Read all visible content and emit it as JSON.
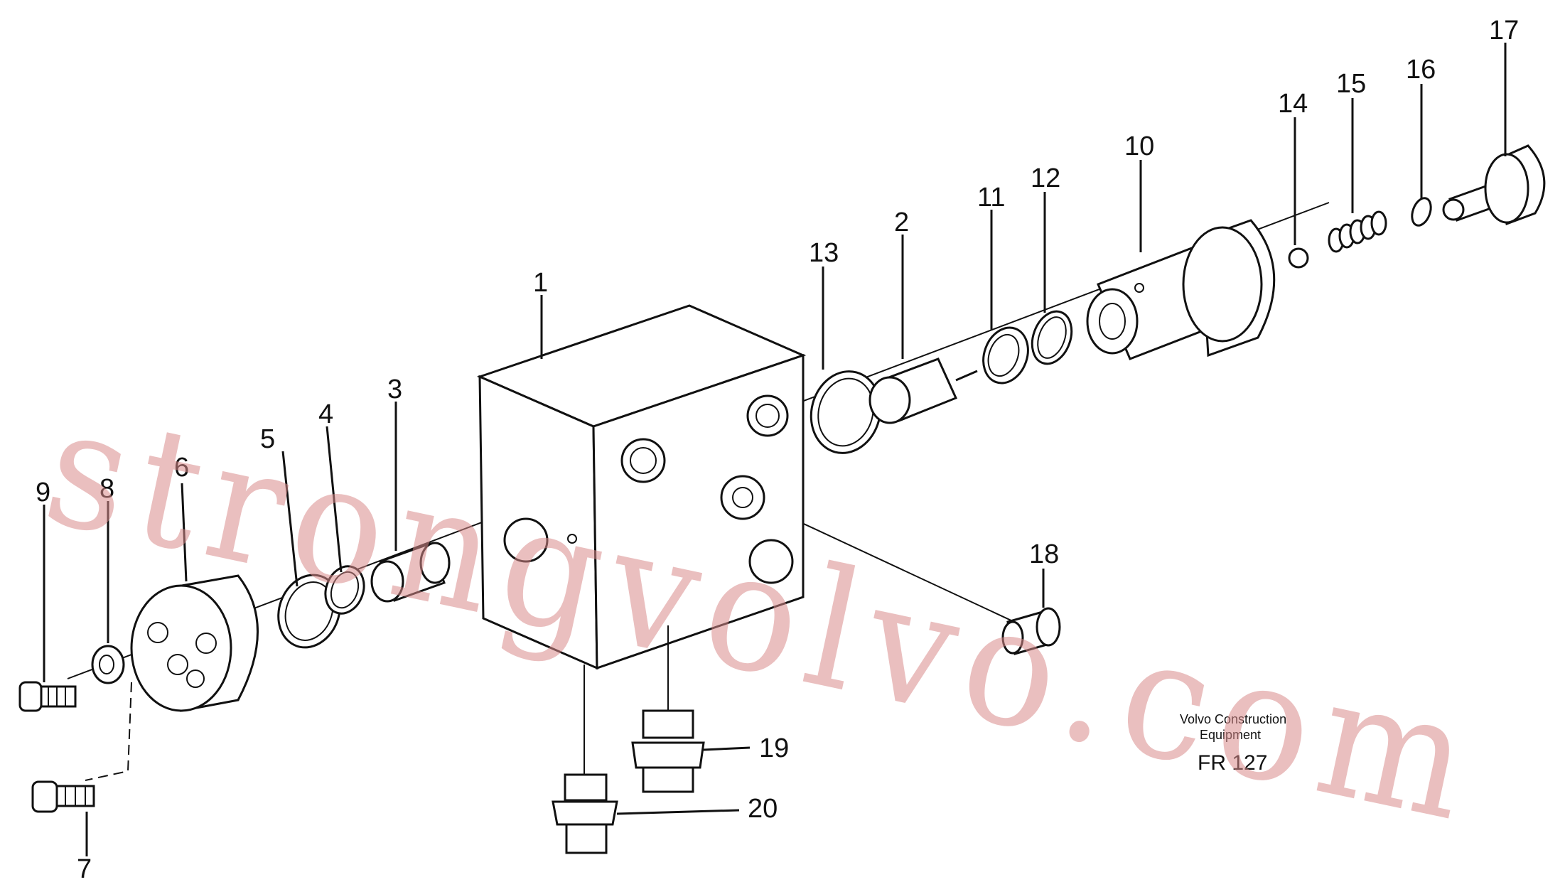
{
  "diagram": {
    "part_labels": [
      "1",
      "2",
      "3",
      "4",
      "5",
      "6",
      "7",
      "8",
      "9",
      "10",
      "11",
      "12",
      "13",
      "14",
      "15",
      "16",
      "17",
      "18",
      "19",
      "20"
    ],
    "caption": {
      "line1": "Volvo Construction",
      "line2": "Equipment",
      "code": "FR 127"
    },
    "watermark": "strongvolvo.com"
  }
}
